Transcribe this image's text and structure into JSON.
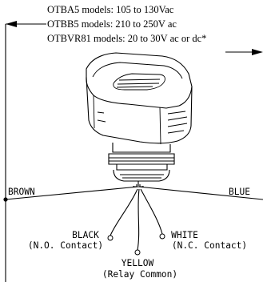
{
  "models": [
    {
      "text": "OTBA5 models: 105 to 130Vac"
    },
    {
      "text": "OTBB5 models: 210 to 250V ac"
    },
    {
      "text": "OTBVR81 models: 20 to 30V ac or dc*"
    }
  ],
  "wires": {
    "left": "BROWN",
    "right": "BLUE",
    "black": {
      "name": "BLACK",
      "role": "(N.O. Contact)"
    },
    "white": {
      "name": "WHITE",
      "role": "(N.C. Contact)"
    },
    "yellow": {
      "name": "YELLOW",
      "role": "(Relay Common)"
    }
  }
}
